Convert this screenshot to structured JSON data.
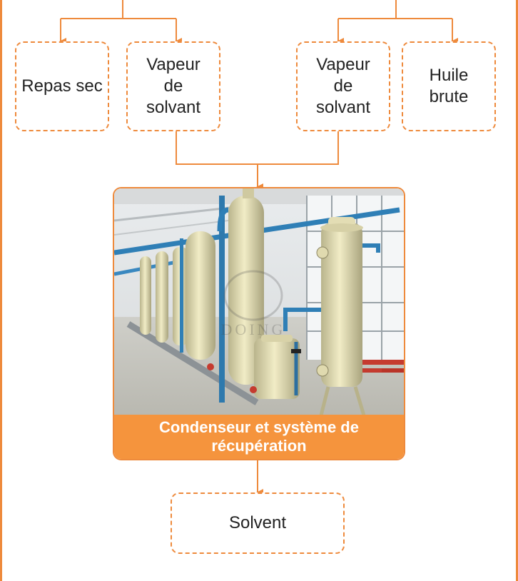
{
  "boxes": {
    "repas_sec": "Repas sec",
    "vapeur_1": "Vapeur de solvant",
    "vapeur_2": "Vapeur de solvant",
    "huile_brute": "Huile brute",
    "solvent": "Solvent"
  },
  "condenser": {
    "caption": "Condenseur et système de récupération",
    "watermark": "DOING"
  },
  "colors": {
    "accent": "#ee8a3c",
    "caption_bg": "#f5943d"
  }
}
